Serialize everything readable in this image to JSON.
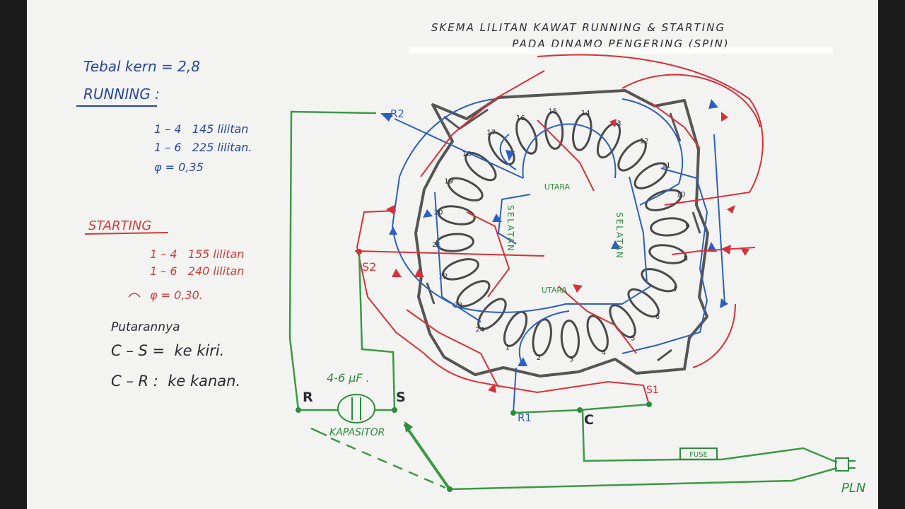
{
  "title": {
    "line1": "SKEMA LILITAN KAWAT RUNNING & STARTING",
    "line2": "PADA DINAMO PENGERING (SPIN)"
  },
  "specs": {
    "core_thickness": "Tebal kern = 2,8",
    "running": {
      "heading": "RUNNING :",
      "rows": [
        "1 – 4   145 lilitan",
        "1 – 6   225 lilitan."
      ],
      "diameter": "φ = 0,35"
    },
    "starting": {
      "heading": "STARTING",
      "rows": [
        "1 – 4   155 lilitan",
        "1 – 6   240 lilitan"
      ],
      "diameter": "φ = 0,30."
    },
    "rotation": {
      "heading": "Putarannya",
      "rows": [
        "C – S =  ke kiri.",
        "C – R :  ke kanan."
      ]
    }
  },
  "diagram": {
    "slot_numbers": [
      "1",
      "2",
      "3",
      "4",
      "5",
      "6",
      "7",
      "8",
      "9",
      "10",
      "11",
      "12",
      "13",
      "14",
      "15",
      "16",
      "17",
      "18",
      "19",
      "20",
      "21",
      "22",
      "23",
      "24"
    ],
    "poles": {
      "utara_top": "UTARA",
      "utara_bottom": "UTARA",
      "selatan_left": "SELATAN",
      "selatan_right": "SELATAN"
    },
    "terminals": {
      "r1": "R1",
      "r2": "R2",
      "s1": "S1",
      "s2": "S2",
      "c": "C",
      "r": "R",
      "s": "S"
    },
    "capacitor": {
      "value": "4-6 µF .",
      "label": "KAPASITOR"
    },
    "fuse": "FUSE",
    "mains": "PLN"
  },
  "colors": {
    "running_wire": "#2e5fbf",
    "starting_wire": "#d93038",
    "supply_wire": "#3a9a45",
    "core": "#555555",
    "text_blue": "#2845a6",
    "text_red": "#d33a3a",
    "text_black": "#2b2b33",
    "text_green": "#2e8b3d"
  }
}
